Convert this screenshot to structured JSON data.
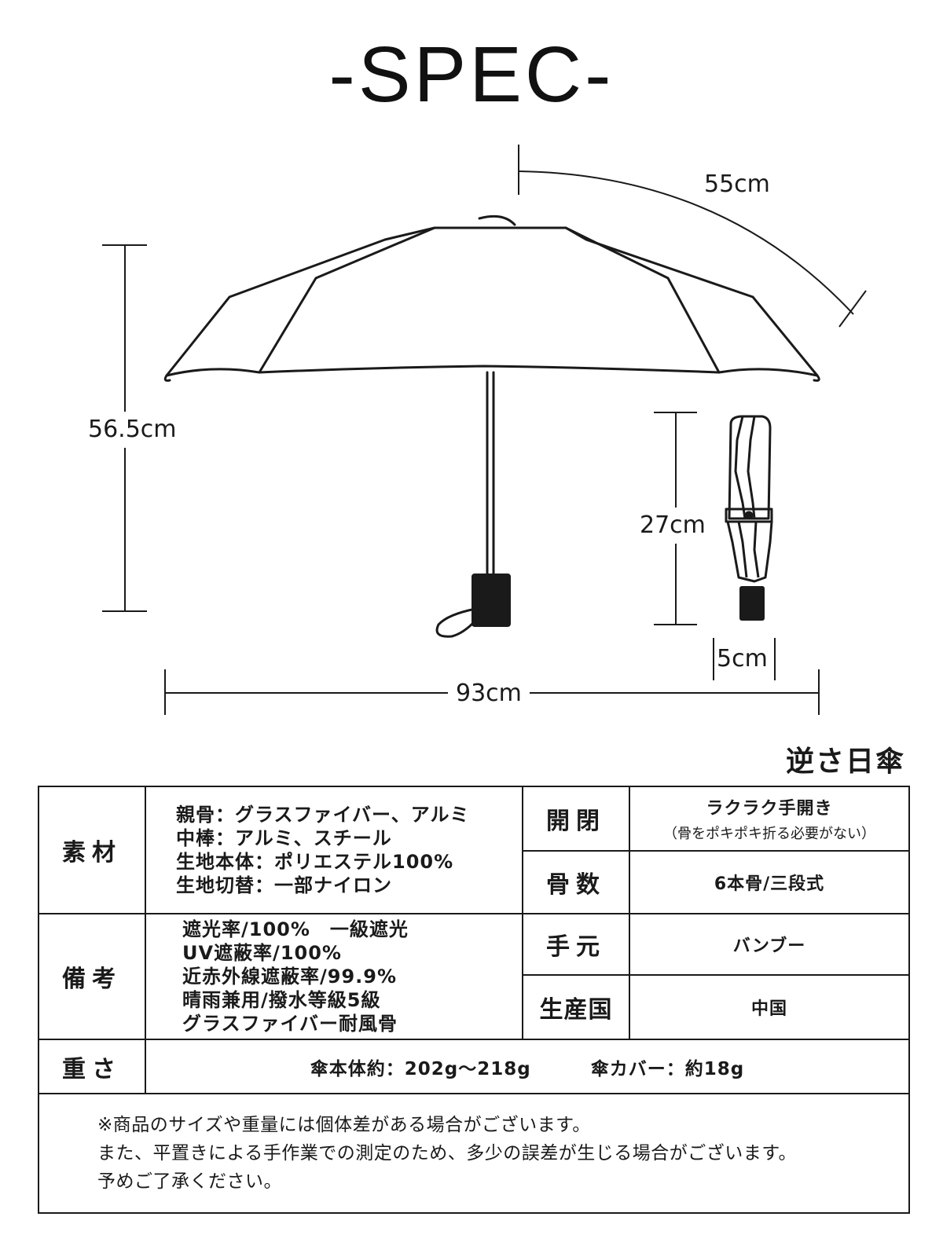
{
  "title": "-SPEC-",
  "dimensions": {
    "rib_length": "55cm",
    "total_length": "56.5cm",
    "closed_length": "27cm",
    "closed_width": "5cm",
    "span": "93cm"
  },
  "type_label": "逆さ日傘",
  "specs": {
    "material": {
      "label": "素材",
      "lines": [
        "親骨：グラスファイバー、アルミ",
        "中棒：アルミ、スチール",
        "生地本体：ポリエステル100%",
        "生地切替：一部ナイロン"
      ]
    },
    "opening": {
      "label": "開閉",
      "value": "ラクラク手開き",
      "note": "（骨をポキポキ折る必要がない）"
    },
    "ribs": {
      "label": "骨数",
      "value": "6本骨/三段式"
    },
    "handle": {
      "label": "手元",
      "value": "バンブー"
    },
    "country": {
      "label": "生産国",
      "value": "中国"
    },
    "remarks": {
      "label": "備考",
      "lines": [
        "遮光率/100%　一級遮光",
        "UV遮蔽率/100%",
        "近赤外線遮蔽率/99.9%",
        "晴雨兼用/撥水等級5級",
        "グラスファイバー耐風骨"
      ]
    },
    "weight": {
      "label": "重さ",
      "body": "傘本体約：202g～218g",
      "cover": "傘カバー：約18g"
    }
  },
  "notes": [
    "※商品のサイズや重量には個体差がある場合がございます。",
    "また、平置きによる手作業での測定のため、多少の誤差が生じる場合がございます。",
    "予めご了承ください。"
  ]
}
